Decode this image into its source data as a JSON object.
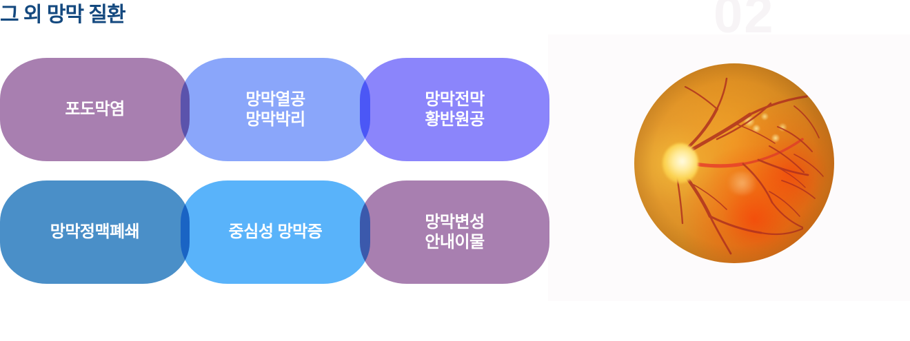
{
  "page": {
    "title": "그 외 망막 질환",
    "title_color": "#14497f",
    "background_color": "#ffffff"
  },
  "watermark": {
    "number": "02",
    "color": "#f7f4f6"
  },
  "diagram": {
    "type": "overlapping-pill-grid",
    "rows": [
      {
        "name": "top-row",
        "pills": [
          {
            "label": "포도막염",
            "color": "#a87fb0",
            "name": "uveitis"
          },
          {
            "label": "망막열공\n망막박리",
            "color": "#8aa6fa",
            "name": "retinal-tear-detachment"
          },
          {
            "label": "망막전막\n황반원공",
            "color": "#8b85fb",
            "name": "epiretinal-membrane-macular-hole"
          }
        ]
      },
      {
        "name": "bottom-row",
        "pills": [
          {
            "label": "망막정맥폐쇄",
            "color": "#4a8fc8",
            "name": "retinal-vein-occlusion"
          },
          {
            "label": "중심성 망막증",
            "color": "#59b3fa",
            "name": "central-serous-retinopathy"
          },
          {
            "label": "망막변성\n안내이물",
            "color": "#a87fb0",
            "name": "retinal-degeneration-intraocular-foreign-body"
          }
        ]
      }
    ],
    "label_color": "#ffffff",
    "overlap_blend": "multiply"
  },
  "photo": {
    "name": "fundus-photograph",
    "description": "망막 안저 사진",
    "panel_color": "#fdfbfc"
  }
}
